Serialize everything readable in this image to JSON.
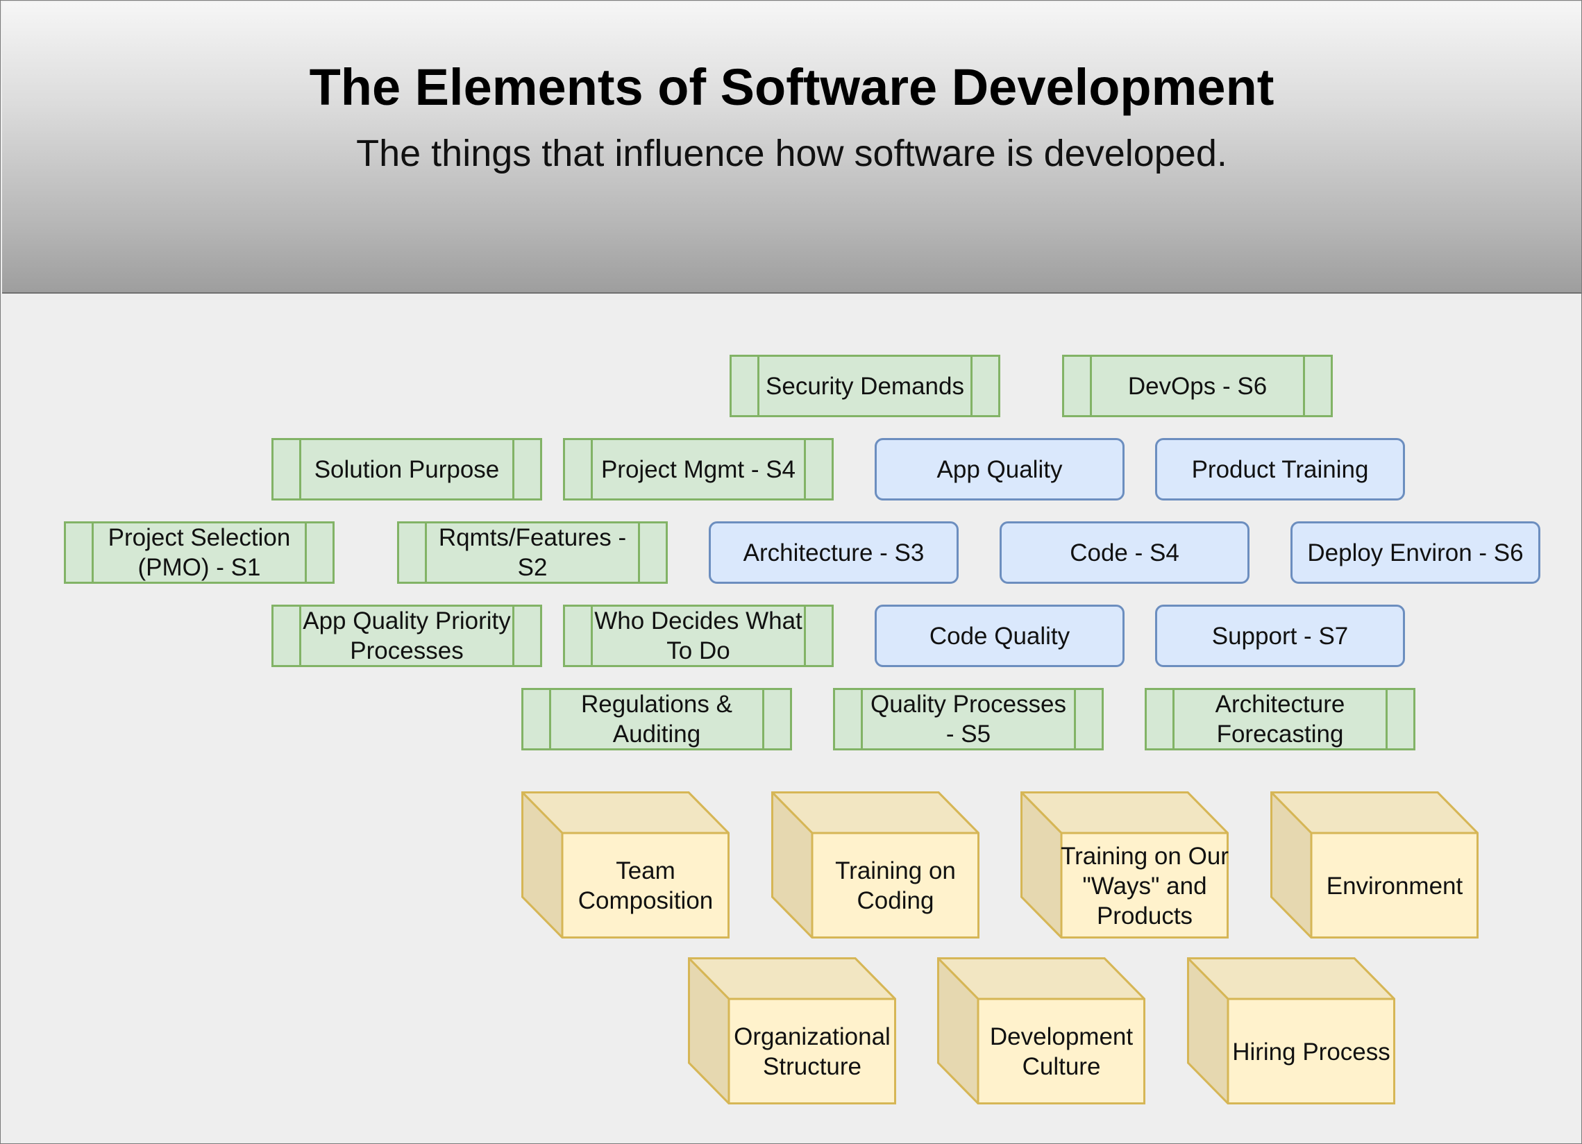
{
  "header": {
    "title": "The Elements of Software Development",
    "subtitle": "The things that influence how software is developed."
  },
  "colors": {
    "process_fill": "#d5e8d4",
    "process_stroke": "#82b366",
    "rounded_fill": "#dae8fc",
    "rounded_stroke": "#6c8ebf",
    "cube_fill": "#fff2cc",
    "cube_stroke": "#d6b656"
  },
  "process_boxes": [
    "Security Demands",
    "DevOps - S6",
    "Solution Purpose",
    "Project Mgmt - S4",
    "Project Selection (PMO) - S1",
    "Rqmts/Features - S2",
    "App Quality Priority Processes",
    "Who Decides What To Do",
    "Regulations & Auditing",
    "Quality Processes - S5",
    "Architecture Forecasting"
  ],
  "rounded_boxes": [
    "App Quality",
    "Product Training",
    "Architecture - S3",
    "Code - S4",
    "Deploy Environ - S6",
    "Code Quality",
    "Support - S7"
  ],
  "cubes": [
    "Team Composition",
    "Training on Coding",
    "Training on Our \"Ways\" and Products",
    "Environment",
    "Organizational Structure",
    "Development Culture",
    "Hiring Process"
  ]
}
